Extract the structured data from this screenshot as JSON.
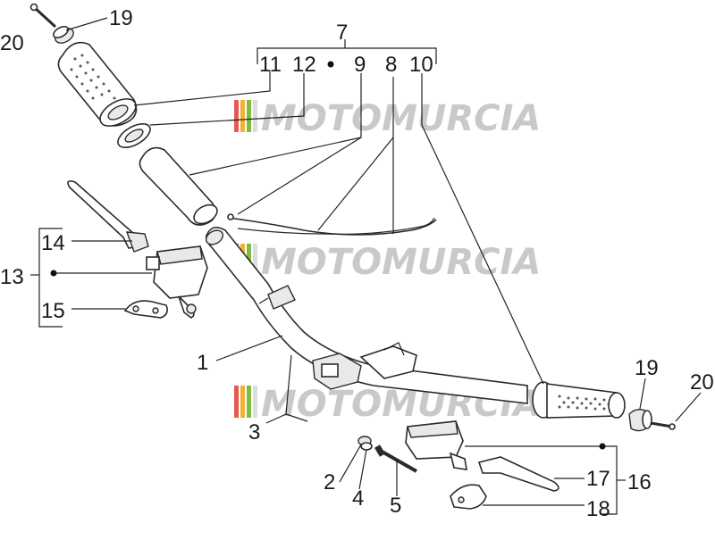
{
  "watermark": {
    "text": "MOTOMURCIA",
    "color": "#c9c9c9",
    "stripe_colors": [
      "#e85a4f",
      "#f2b134",
      "#7dbb42",
      "#dddddd"
    ]
  },
  "callouts": {
    "n1": "1",
    "n2": "2",
    "n3": "3",
    "n4": "4",
    "n5": "5",
    "n7": "7",
    "n8": "8",
    "n9": "9",
    "n10": "10",
    "n11": "11",
    "n12": "12",
    "n13": "13",
    "n14": "14",
    "n15": "15",
    "n16": "16",
    "n17": "17",
    "n18": "18",
    "n19_left": "19",
    "n19_right": "19",
    "n20_left": "20",
    "n20_right": "20"
  },
  "colors": {
    "line": "#222222",
    "part_fill": "#ffffff",
    "part_shade": "#e9e9e9"
  }
}
